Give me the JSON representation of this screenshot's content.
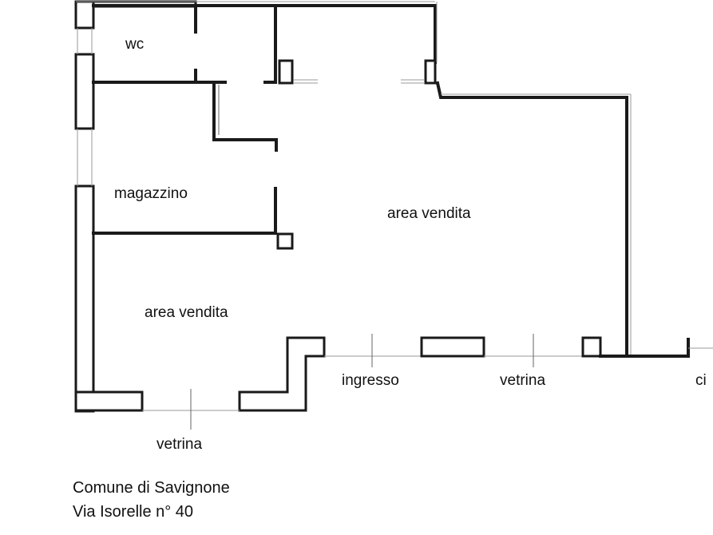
{
  "rooms": {
    "wc": "wc",
    "magazzino": "magazzino",
    "area_vendita_main": "area vendita",
    "area_vendita_lower": "area vendita"
  },
  "openings": {
    "ingresso": "ingresso",
    "vetrina_front": "vetrina",
    "vetrina_lower": "vetrina",
    "cut_label": "ci"
  },
  "address": {
    "line1": "Comune di Savignone",
    "line2": "Via Isorelle n° 40"
  }
}
